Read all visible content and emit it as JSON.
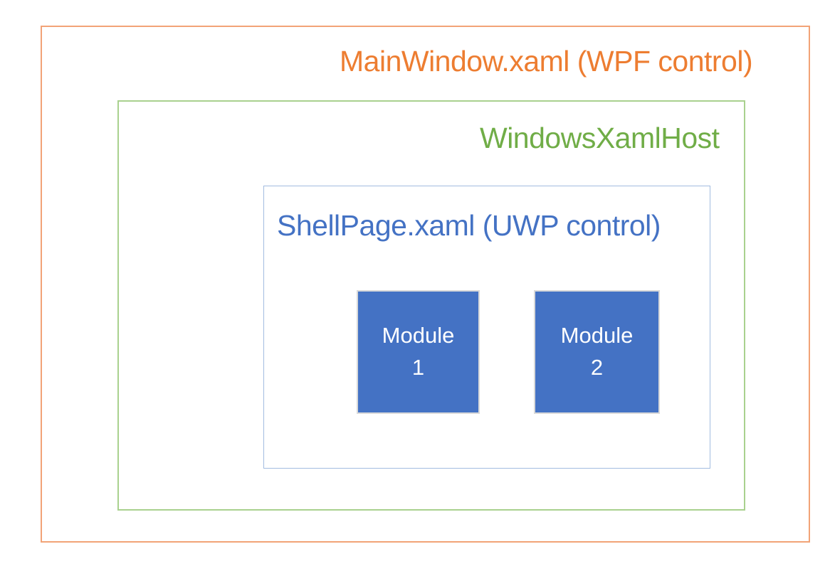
{
  "diagram": {
    "main_window": {
      "label": "MainWindow.xaml (WPF control)",
      "text_color": "#ED7D31",
      "border_color": "#F2A377"
    },
    "xaml_host": {
      "label": "WindowsXamlHost",
      "text_color": "#70AD47",
      "border_color": "#A9D18E"
    },
    "shell_page": {
      "label": "ShellPage.xaml (UWP control)",
      "text_color": "#4472C4",
      "border_color": "#A2BCE0"
    },
    "modules": {
      "fill_color": "#4472C4",
      "border_color": "#D9D9D9",
      "text_color": "#FFFFFF",
      "items": [
        {
          "line1": "Module",
          "line2": "1"
        },
        {
          "line1": "Module",
          "line2": "2"
        }
      ]
    }
  }
}
